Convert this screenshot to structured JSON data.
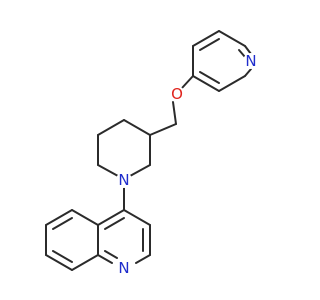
{
  "molecule": {
    "atom_labels": {
      "pyridine_n": "N",
      "ether_o": "O",
      "piperidine_n": "N",
      "quinoline_n": "N"
    },
    "colors": {
      "bond": "#2b2b2b",
      "nitrogen": "#1f2dcc",
      "oxygen": "#e0231c",
      "background": "#ffffff"
    }
  }
}
